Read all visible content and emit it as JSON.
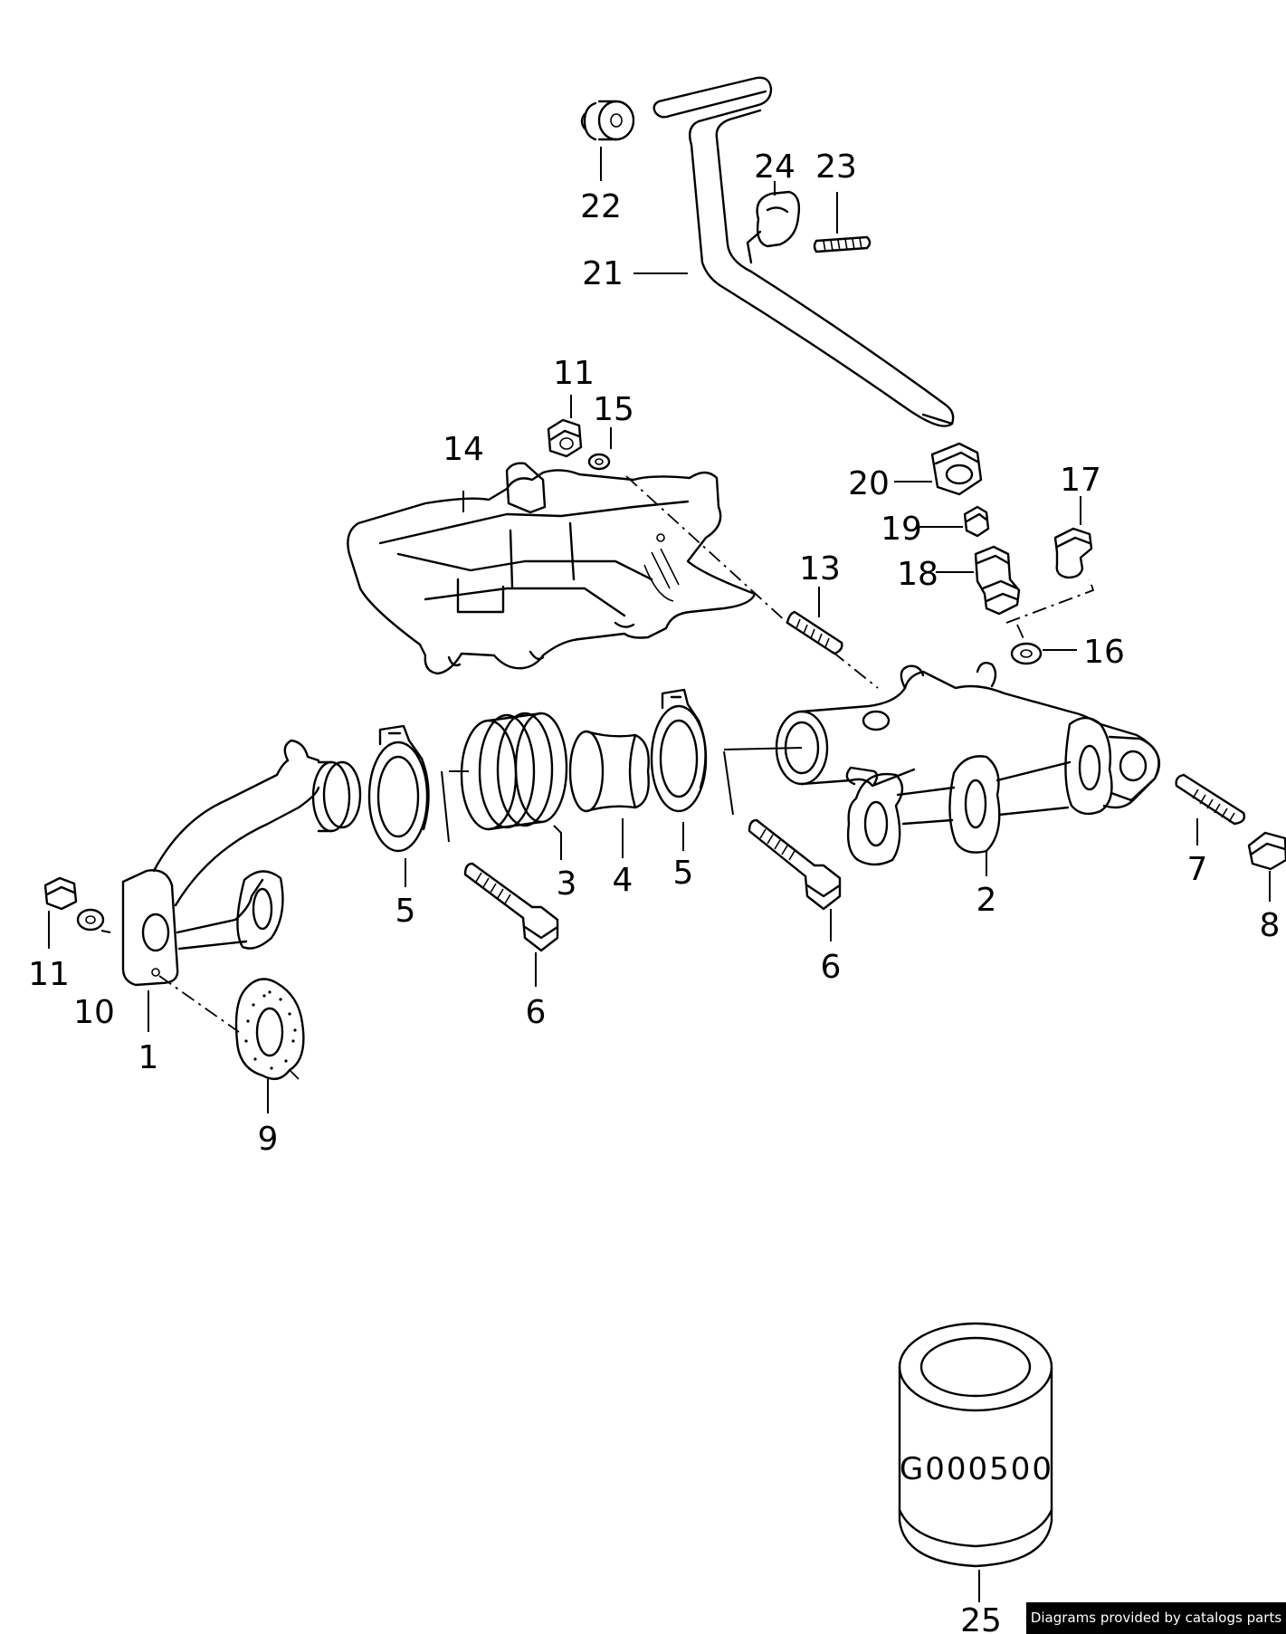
{
  "callouts": [
    {
      "id": "1",
      "label": "1"
    },
    {
      "id": "2",
      "label": "2"
    },
    {
      "id": "3",
      "label": "3"
    },
    {
      "id": "4",
      "label": "4"
    },
    {
      "id": "5a",
      "label": "5"
    },
    {
      "id": "5b",
      "label": "5"
    },
    {
      "id": "6a",
      "label": "6"
    },
    {
      "id": "6b",
      "label": "6"
    },
    {
      "id": "7",
      "label": "7"
    },
    {
      "id": "8",
      "label": "8"
    },
    {
      "id": "9",
      "label": "9"
    },
    {
      "id": "10",
      "label": "10"
    },
    {
      "id": "11a",
      "label": "11"
    },
    {
      "id": "11b",
      "label": "11"
    },
    {
      "id": "13",
      "label": "13"
    },
    {
      "id": "14",
      "label": "14"
    },
    {
      "id": "15",
      "label": "15"
    },
    {
      "id": "16",
      "label": "16"
    },
    {
      "id": "17",
      "label": "17"
    },
    {
      "id": "18",
      "label": "18"
    },
    {
      "id": "19",
      "label": "19"
    },
    {
      "id": "20",
      "label": "20"
    },
    {
      "id": "21",
      "label": "21"
    },
    {
      "id": "22",
      "label": "22"
    },
    {
      "id": "23",
      "label": "23"
    },
    {
      "id": "24",
      "label": "24"
    },
    {
      "id": "25",
      "label": "25"
    }
  ],
  "canister_label": "G000500",
  "credit": "Diagrams provided by catalogs parts"
}
